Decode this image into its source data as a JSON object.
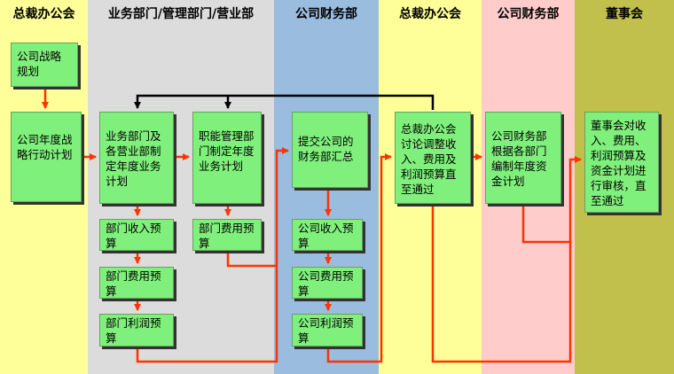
{
  "lanes": [
    {
      "title": "总裁办公会",
      "color": "#ffff99"
    },
    {
      "title": "业务部门/管理部门/营业部",
      "color": "#dcdcdc"
    },
    {
      "title": "公司财务部",
      "color": "#99bcdf"
    },
    {
      "title": "总裁办公会",
      "color": "#ffff99"
    },
    {
      "title": "公司财务部",
      "color": "#ffcccc"
    },
    {
      "title": "董事会",
      "color": "#c2c04c"
    }
  ],
  "boxes": {
    "strategy": "公司战略规划",
    "annual_action": "公司年度战略行动计划",
    "business_plan": "业务部门及各营业部制定年度业务计划",
    "function_plan": "职能管理部门制定年度业务计划",
    "biz_income": "部门收入预算",
    "biz_expense": "部门费用预算",
    "biz_profit": "部门利润预算",
    "func_expense": "部门费用预算",
    "summary": "提交公司的财务部汇总",
    "co_income": "公司收入预算",
    "co_expense": "公司费用预算",
    "co_profit": "公司利润预算",
    "president_review": "总裁办公会讨论调整收入、费用及利润预算直至通过",
    "finance_compile": "公司财务部根据各部门编制年度资金计划",
    "board_review": "董事会对收入、费用、利润预算及资金计划进行审核，直至通过"
  }
}
